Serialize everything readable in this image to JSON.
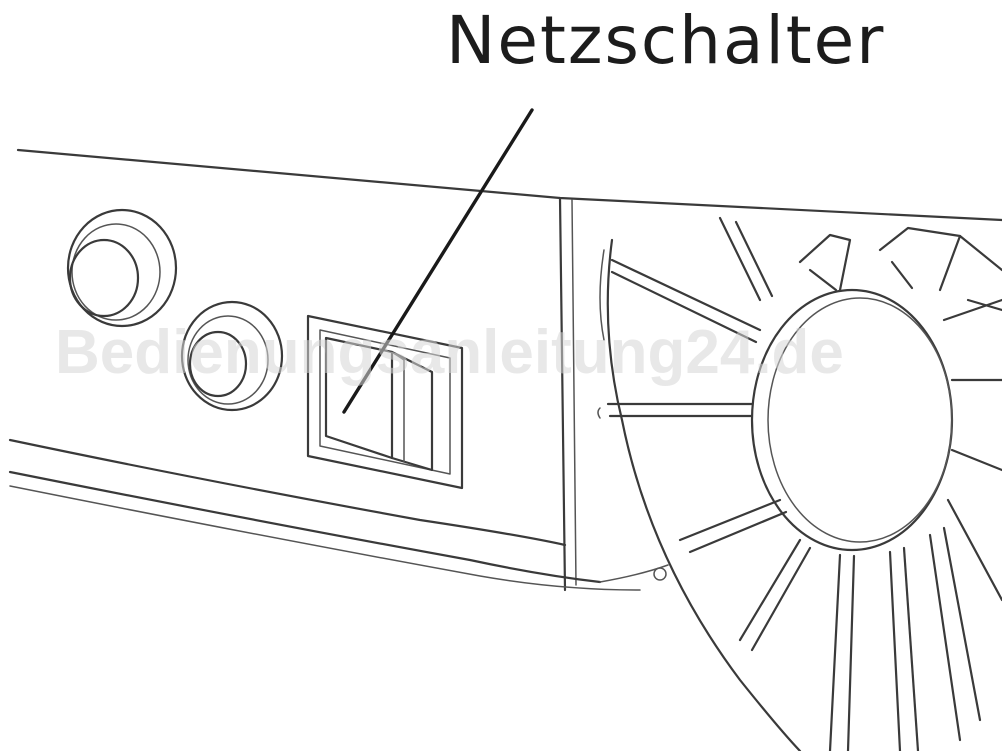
{
  "callout": {
    "label": "Netzschalter"
  },
  "watermark": {
    "text": "Bedienungsanleitung24.de"
  },
  "parts": {
    "knob_upper": "round-knob",
    "knob_lower": "round-knob",
    "switch": "rocker-switch",
    "fan": "fan-grille"
  },
  "colors": {
    "line": "#3a3a3a",
    "text": "#1c1c1c",
    "watermark": "#d6d6d6",
    "background": "#ffffff"
  }
}
